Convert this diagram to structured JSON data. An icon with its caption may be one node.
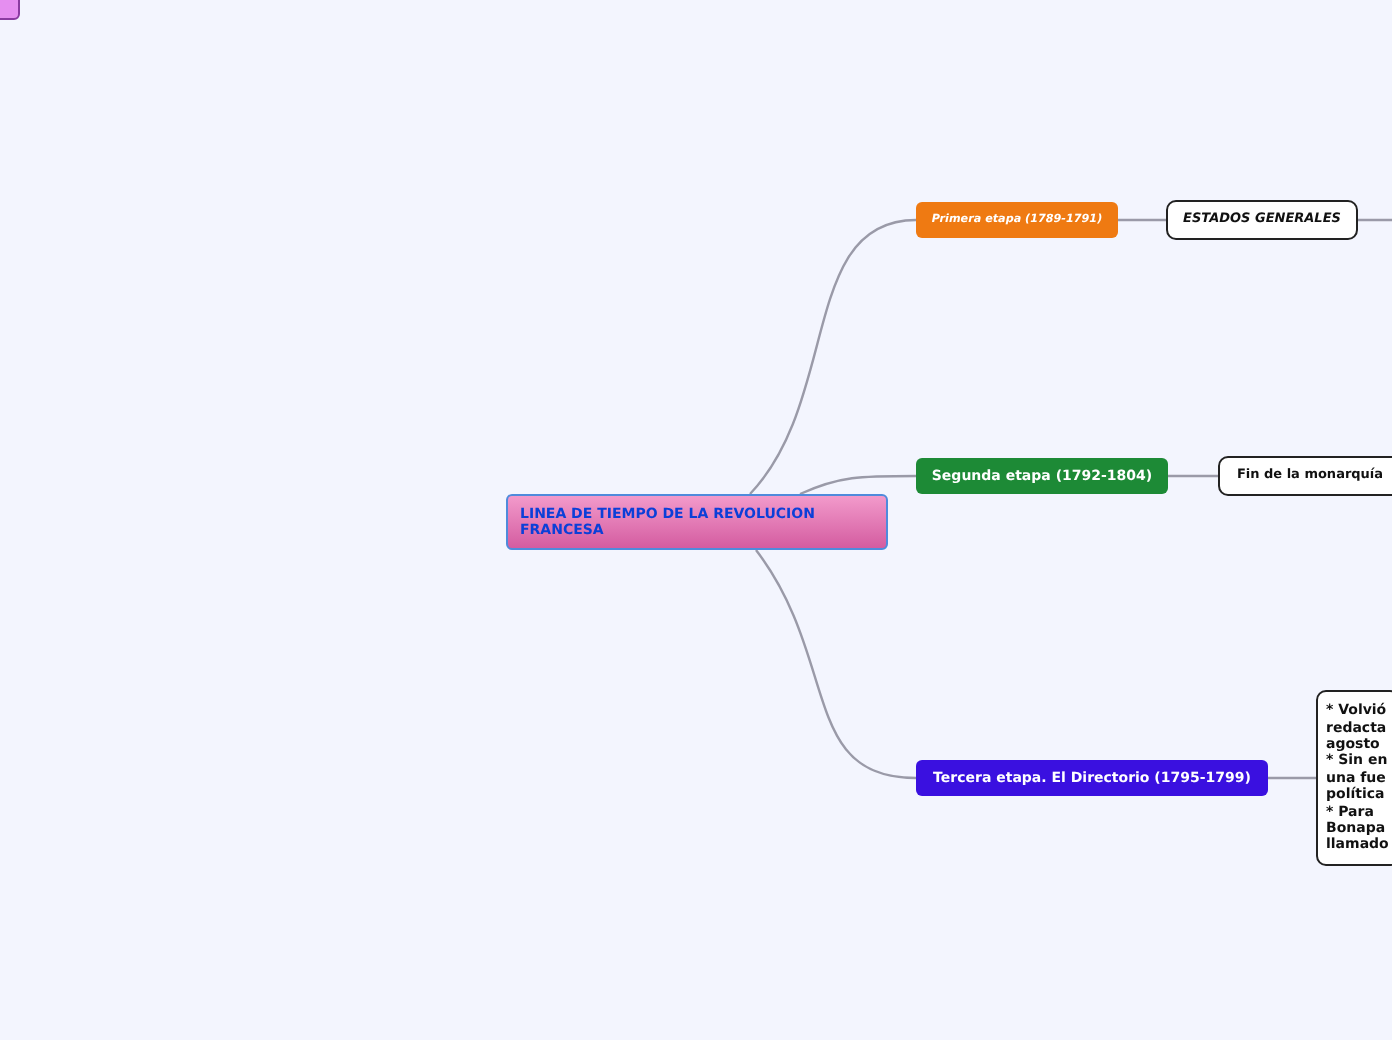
{
  "diagram": {
    "nodes": [
      {
        "text": [],
        "shape": "box"
      },
      {
        "text": [
          "LINEA DE TIEMPO DE LA REVOLUCION FRANCESA"
        ]
      },
      {
        "text": [
          "Primera etapa (1789-1791)"
        ]
      },
      {
        "text": [
          "ESTADOS GENERALES"
        ]
      },
      {
        "text": [
          "Segunda etapa (1792-1804)"
        ]
      },
      {
        "text": [
          "Fin de la monarquía"
        ]
      },
      {
        "text": [
          "Tercera etapa. El Directorio (1795-1799)"
        ]
      },
      {
        "text": [
          "* Volvió redacta agosto",
          "* Sin en una fue política",
          "* Para Bonapa llamado"
        ]
      }
    ],
    "edges": [
      {
        "from": 1,
        "to": 2,
        "arrow": "none"
      },
      {
        "from": 2,
        "to": 3,
        "arrow": "none"
      },
      {
        "from": 3,
        "to": null,
        "arrow": "none"
      },
      {
        "from": 1,
        "to": 4,
        "arrow": "none"
      },
      {
        "from": 4,
        "to": 5,
        "arrow": "none"
      },
      {
        "from": 1,
        "to": 6,
        "arrow": "none"
      },
      {
        "from": 6,
        "to": 7,
        "arrow": "none"
      }
    ]
  }
}
